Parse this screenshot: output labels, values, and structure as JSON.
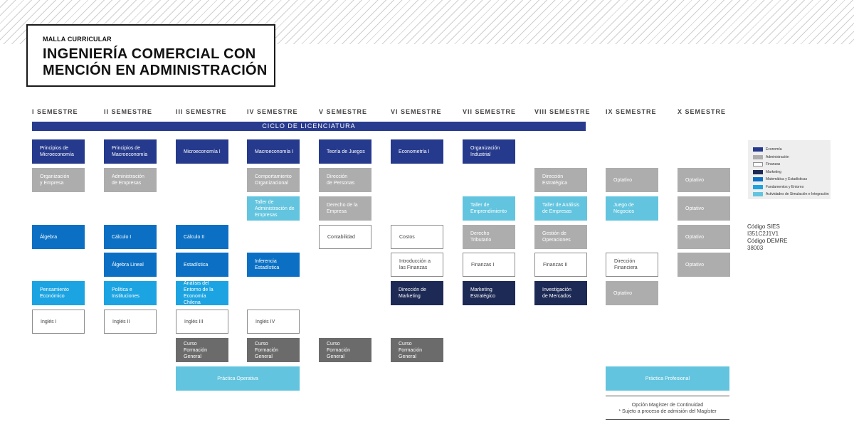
{
  "header": {
    "kicker": "MALLA CURRICULAR",
    "title_line1": "INGENIERÍA COMERCIAL CON",
    "title_line2": "MENCIÓN EN ADMINISTRACIÓN"
  },
  "semesters": [
    "I SEMESTRE",
    "II SEMESTRE",
    "III SEMESTRE",
    "IV SEMESTRE",
    "V SEMESTRE",
    "VI SEMESTRE",
    "VII SEMESTRE",
    "VIII SEMESTRE",
    "IX SEMESTRE",
    "X SEMESTRE"
  ],
  "cycle_label": "CICLO DE LICENCIATURA",
  "colors": {
    "economia": "#253a8d",
    "administracion": "#adadad",
    "finanzas": "#ffffff",
    "marketing": "#1d2a55",
    "matematica": "#0b70c4",
    "fundamentos": "#1ca4e2",
    "actividades": "#62c4de",
    "formacion_general": "#6b6b6b"
  },
  "courses": {
    "s1": {
      "r1": [
        "Principios de",
        "Microeconomía"
      ],
      "r2": [
        "Organización",
        "y Empresa"
      ],
      "r4": "Álgebra",
      "r6": [
        "Pensamiento",
        "Económico"
      ],
      "r7": "Inglés I"
    },
    "s2": {
      "r1": [
        "Principios de",
        "Macroeconomía"
      ],
      "r2": [
        "Administración",
        "de Empresas"
      ],
      "r4": "Cálculo I",
      "r5": "Álgebra Lineal",
      "r6": [
        "Política e",
        "Instituciones"
      ],
      "r7": "Inglés II"
    },
    "s3": {
      "r1": "Microeconomía I",
      "r4": "Cálculo II",
      "r5": "Estadística",
      "r6": [
        "Análisis del",
        "Entorno de la",
        "Economía Chilena"
      ],
      "r7": "Inglés III",
      "r8": [
        "Curso",
        "Formación General"
      ]
    },
    "s4": {
      "r1": "Macroeconomía I",
      "r2": [
        "Comportamiento",
        "Organizacional"
      ],
      "r3": [
        "Taller de",
        "Administración de",
        "Empresas"
      ],
      "r5": "Inferencia Estadística",
      "r7": "Inglés IV",
      "r8": [
        "Curso",
        "Formación General"
      ]
    },
    "s5": {
      "r1": "Teoría de Juegos",
      "r2": [
        "Dirección",
        "de Personas"
      ],
      "r3": [
        "Derecho de la",
        "Empresa"
      ],
      "r4": "Contabilidad",
      "r8": [
        "Curso",
        "Formación General"
      ]
    },
    "s6": {
      "r1": "Econometría I",
      "r4": "Costos",
      "r5": [
        "Introducción a",
        "las Finanzas"
      ],
      "r6": [
        "Dirección de",
        "Marketing"
      ],
      "r8": [
        "Curso",
        "Formación General"
      ]
    },
    "s7": {
      "r1": [
        "Organización",
        "Industrial"
      ],
      "r3": [
        "Taller de",
        "Emprendimiento"
      ],
      "r4": "Derecho Tributario",
      "r5": "Finanzas I",
      "r6": [
        "Marketing",
        "Estratégico"
      ]
    },
    "s8": {
      "r2": [
        "Dirección",
        "Estratégica"
      ],
      "r3": [
        "Taller de Análisis",
        "de Empresas"
      ],
      "r4": [
        "Gestión de",
        "Operaciones"
      ],
      "r5": "Finanzas II",
      "r6": [
        "Investigación",
        "de Mercados"
      ]
    },
    "s9": {
      "r2": "Optativo",
      "r3": [
        "Juego de",
        "Negocios"
      ],
      "r5": [
        "Dirección",
        "Financiera"
      ],
      "r6": "Optativo"
    },
    "s10": {
      "r2": "Optativo",
      "r3": "Optativo",
      "r4": "Optativo",
      "r5": "Optativo"
    }
  },
  "practica_operativa": "Práctica Operativa",
  "practica_profesional": "Práctica Profesional",
  "magister": {
    "line1": "Opción Magíster de Continuidad",
    "line2": "* Sujeto a proceso de admisión del Magíster"
  },
  "legend": [
    {
      "label": "Economía",
      "color": "#253a8d"
    },
    {
      "label": "Administración",
      "color": "#adadad"
    },
    {
      "label": "Finanzas",
      "color": "#ffffff"
    },
    {
      "label": "Marketing",
      "color": "#1d2a55"
    },
    {
      "label": "Matemática y Estadísticas",
      "color": "#0b70c4"
    },
    {
      "label": "Fundamentos y Entorno",
      "color": "#1ca4e2"
    },
    {
      "label": "Actividades de Simulación e Integración",
      "color": "#62c4de"
    }
  ],
  "codes": {
    "sies_label": "Código SIES",
    "sies_value": "I351C2J1V1",
    "demre_label": "Código DEMRE",
    "demre_value": "38003"
  }
}
